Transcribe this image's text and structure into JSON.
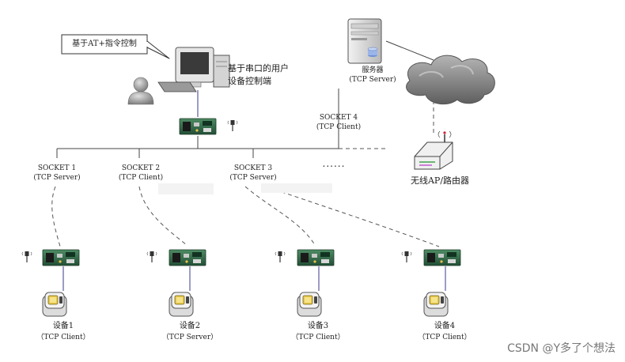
{
  "callout": {
    "text": "基于AT+指令控制"
  },
  "controller": {
    "line1": "基于串口的用户",
    "line2": "设备控制端"
  },
  "server": {
    "name": "服务器",
    "role": "(TCP Server)"
  },
  "socket4": {
    "name": "SOCKET 4",
    "role": "(TCP Client)"
  },
  "router": {
    "name": "无线AP/路由器"
  },
  "sockets": [
    {
      "name": "SOCKET 1",
      "role": "(TCP Server)"
    },
    {
      "name": "SOCKET 2",
      "role": "(TCP Client)"
    },
    {
      "name": "SOCKET 3",
      "role": "(TCP Server)"
    }
  ],
  "more": "......",
  "devices": [
    {
      "name": "设备1",
      "role": "（TCP Client）"
    },
    {
      "name": "设备2",
      "role": "（TCP Server）"
    },
    {
      "name": "设备3",
      "role": "（TCP Client）"
    },
    {
      "name": "设备4",
      "role": "（TCP Client）"
    }
  ],
  "watermark": "CSDN @Y多了个想法",
  "colors": {
    "board": "#2f6b4a",
    "cloud": "#8a8a8a",
    "link": "#444444",
    "device": "#e6c84a",
    "lan_wire": "#5a5aa0"
  }
}
